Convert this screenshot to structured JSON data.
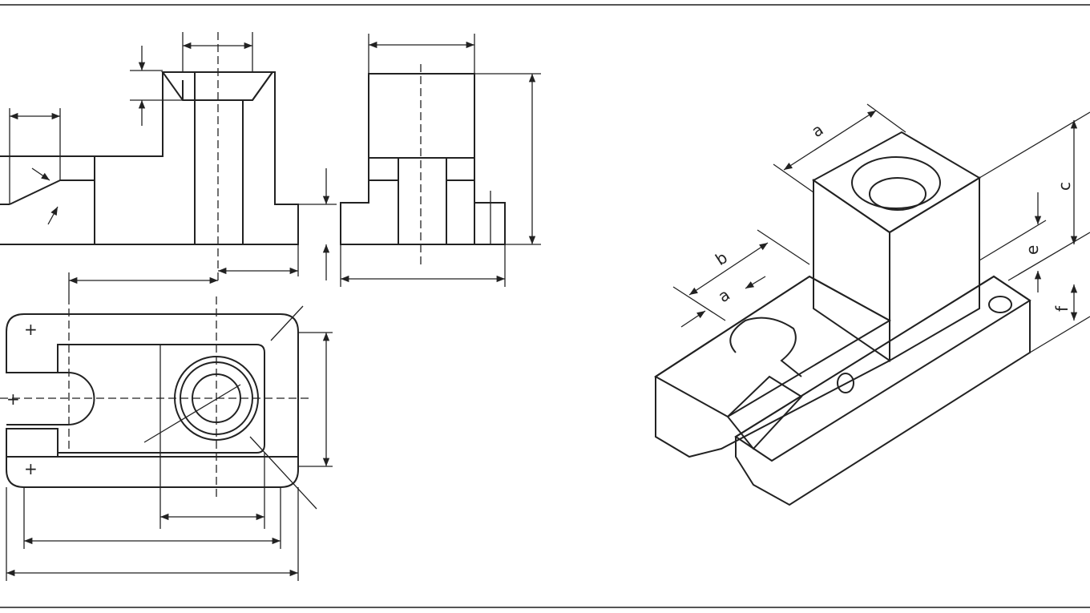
{
  "drawing": {
    "views": [
      "front-section-view",
      "side-view",
      "top-view",
      "isometric-view"
    ],
    "iso_labels": {
      "a_top": "a",
      "b": "b",
      "a_left": "a",
      "c": "c",
      "e": "e",
      "f": "f"
    },
    "colors": {
      "line": "#222222",
      "background": "#ffffff",
      "frame": "#555555"
    }
  }
}
